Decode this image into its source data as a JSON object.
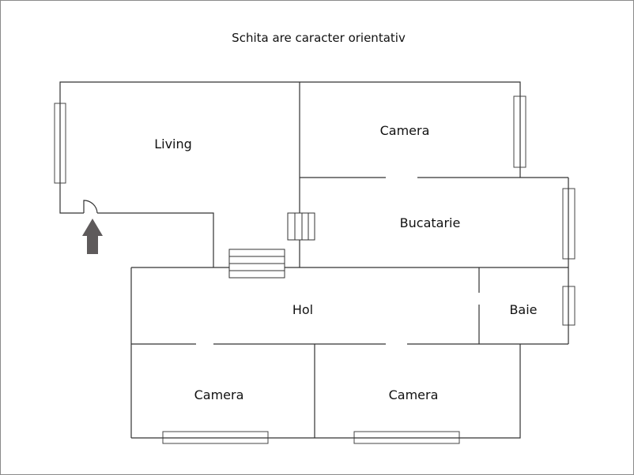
{
  "note": "Schita are caracter orientativ",
  "rooms": {
    "living": "Living",
    "camera_top": "Camera",
    "bucatarie": "Bucatarie",
    "hol": "Hol",
    "baie": "Baie",
    "camera_bottom_left": "Camera",
    "camera_bottom_right": "Camera"
  },
  "colors": {
    "wall": "#333333",
    "entrance_arrow": "#5e5a5b"
  },
  "icons": {
    "entrance": "arrow-up",
    "door": "door-swing"
  }
}
